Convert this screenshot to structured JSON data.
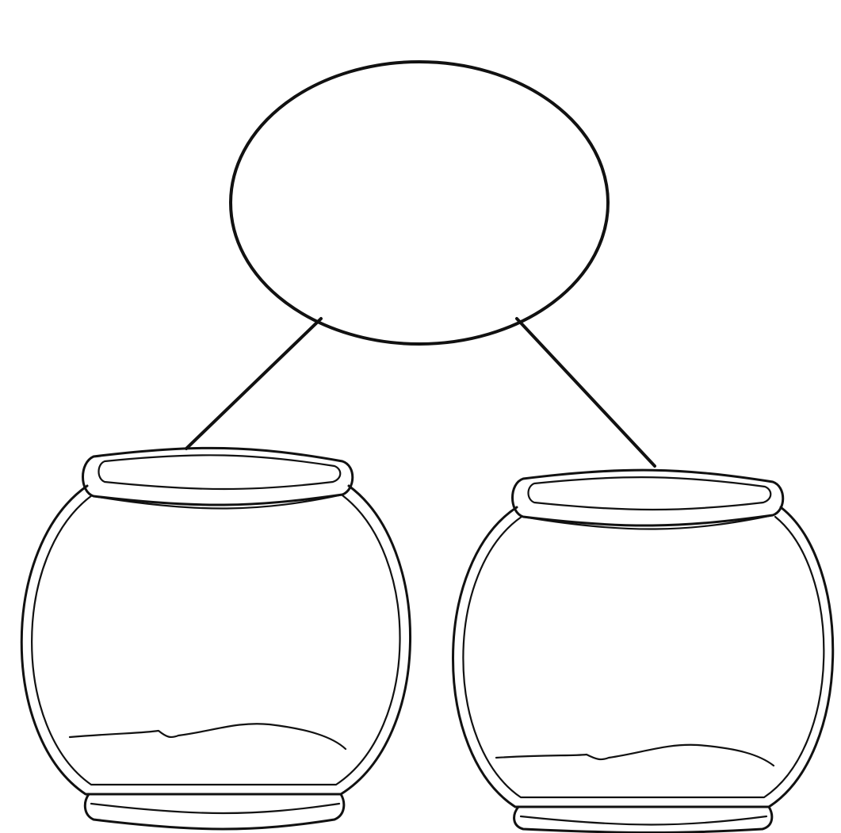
{
  "diagram": {
    "type": "part-part-whole",
    "nodes": [
      {
        "id": "whole",
        "shape": "circle",
        "label": ""
      },
      {
        "id": "part-left",
        "shape": "fishbowl",
        "label": ""
      },
      {
        "id": "part-right",
        "shape": "fishbowl",
        "label": ""
      }
    ],
    "edges": [
      {
        "from": "whole",
        "to": "part-left"
      },
      {
        "from": "whole",
        "to": "part-right"
      }
    ],
    "colors": {
      "ink": "#111111",
      "background": "#ffffff"
    }
  }
}
